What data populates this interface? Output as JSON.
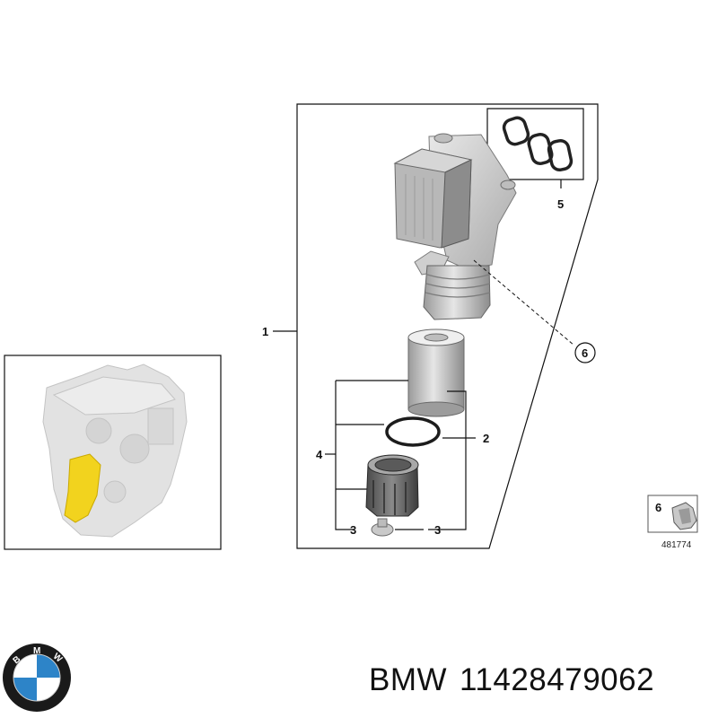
{
  "callouts": {
    "c1": "1",
    "c2": "2",
    "c3a": "3",
    "c3b": "3",
    "c4": "4",
    "c5": "5",
    "c6": "6"
  },
  "inset_part": {
    "number": "6",
    "code": "481774"
  },
  "footer": {
    "brand": "BMW",
    "part_number": "11428479062"
  },
  "logo": {
    "letters": [
      "B",
      "M",
      "W"
    ],
    "colors": {
      "blue": "#2d84c8",
      "white": "#ffffff",
      "ring": "#1a1a1a"
    }
  },
  "colors": {
    "line": "#111111",
    "part_grey": "#c8c8c8",
    "part_dark": "#8a8a8a",
    "engine_grey": "#dedede",
    "highlight": "#f2d31e"
  }
}
